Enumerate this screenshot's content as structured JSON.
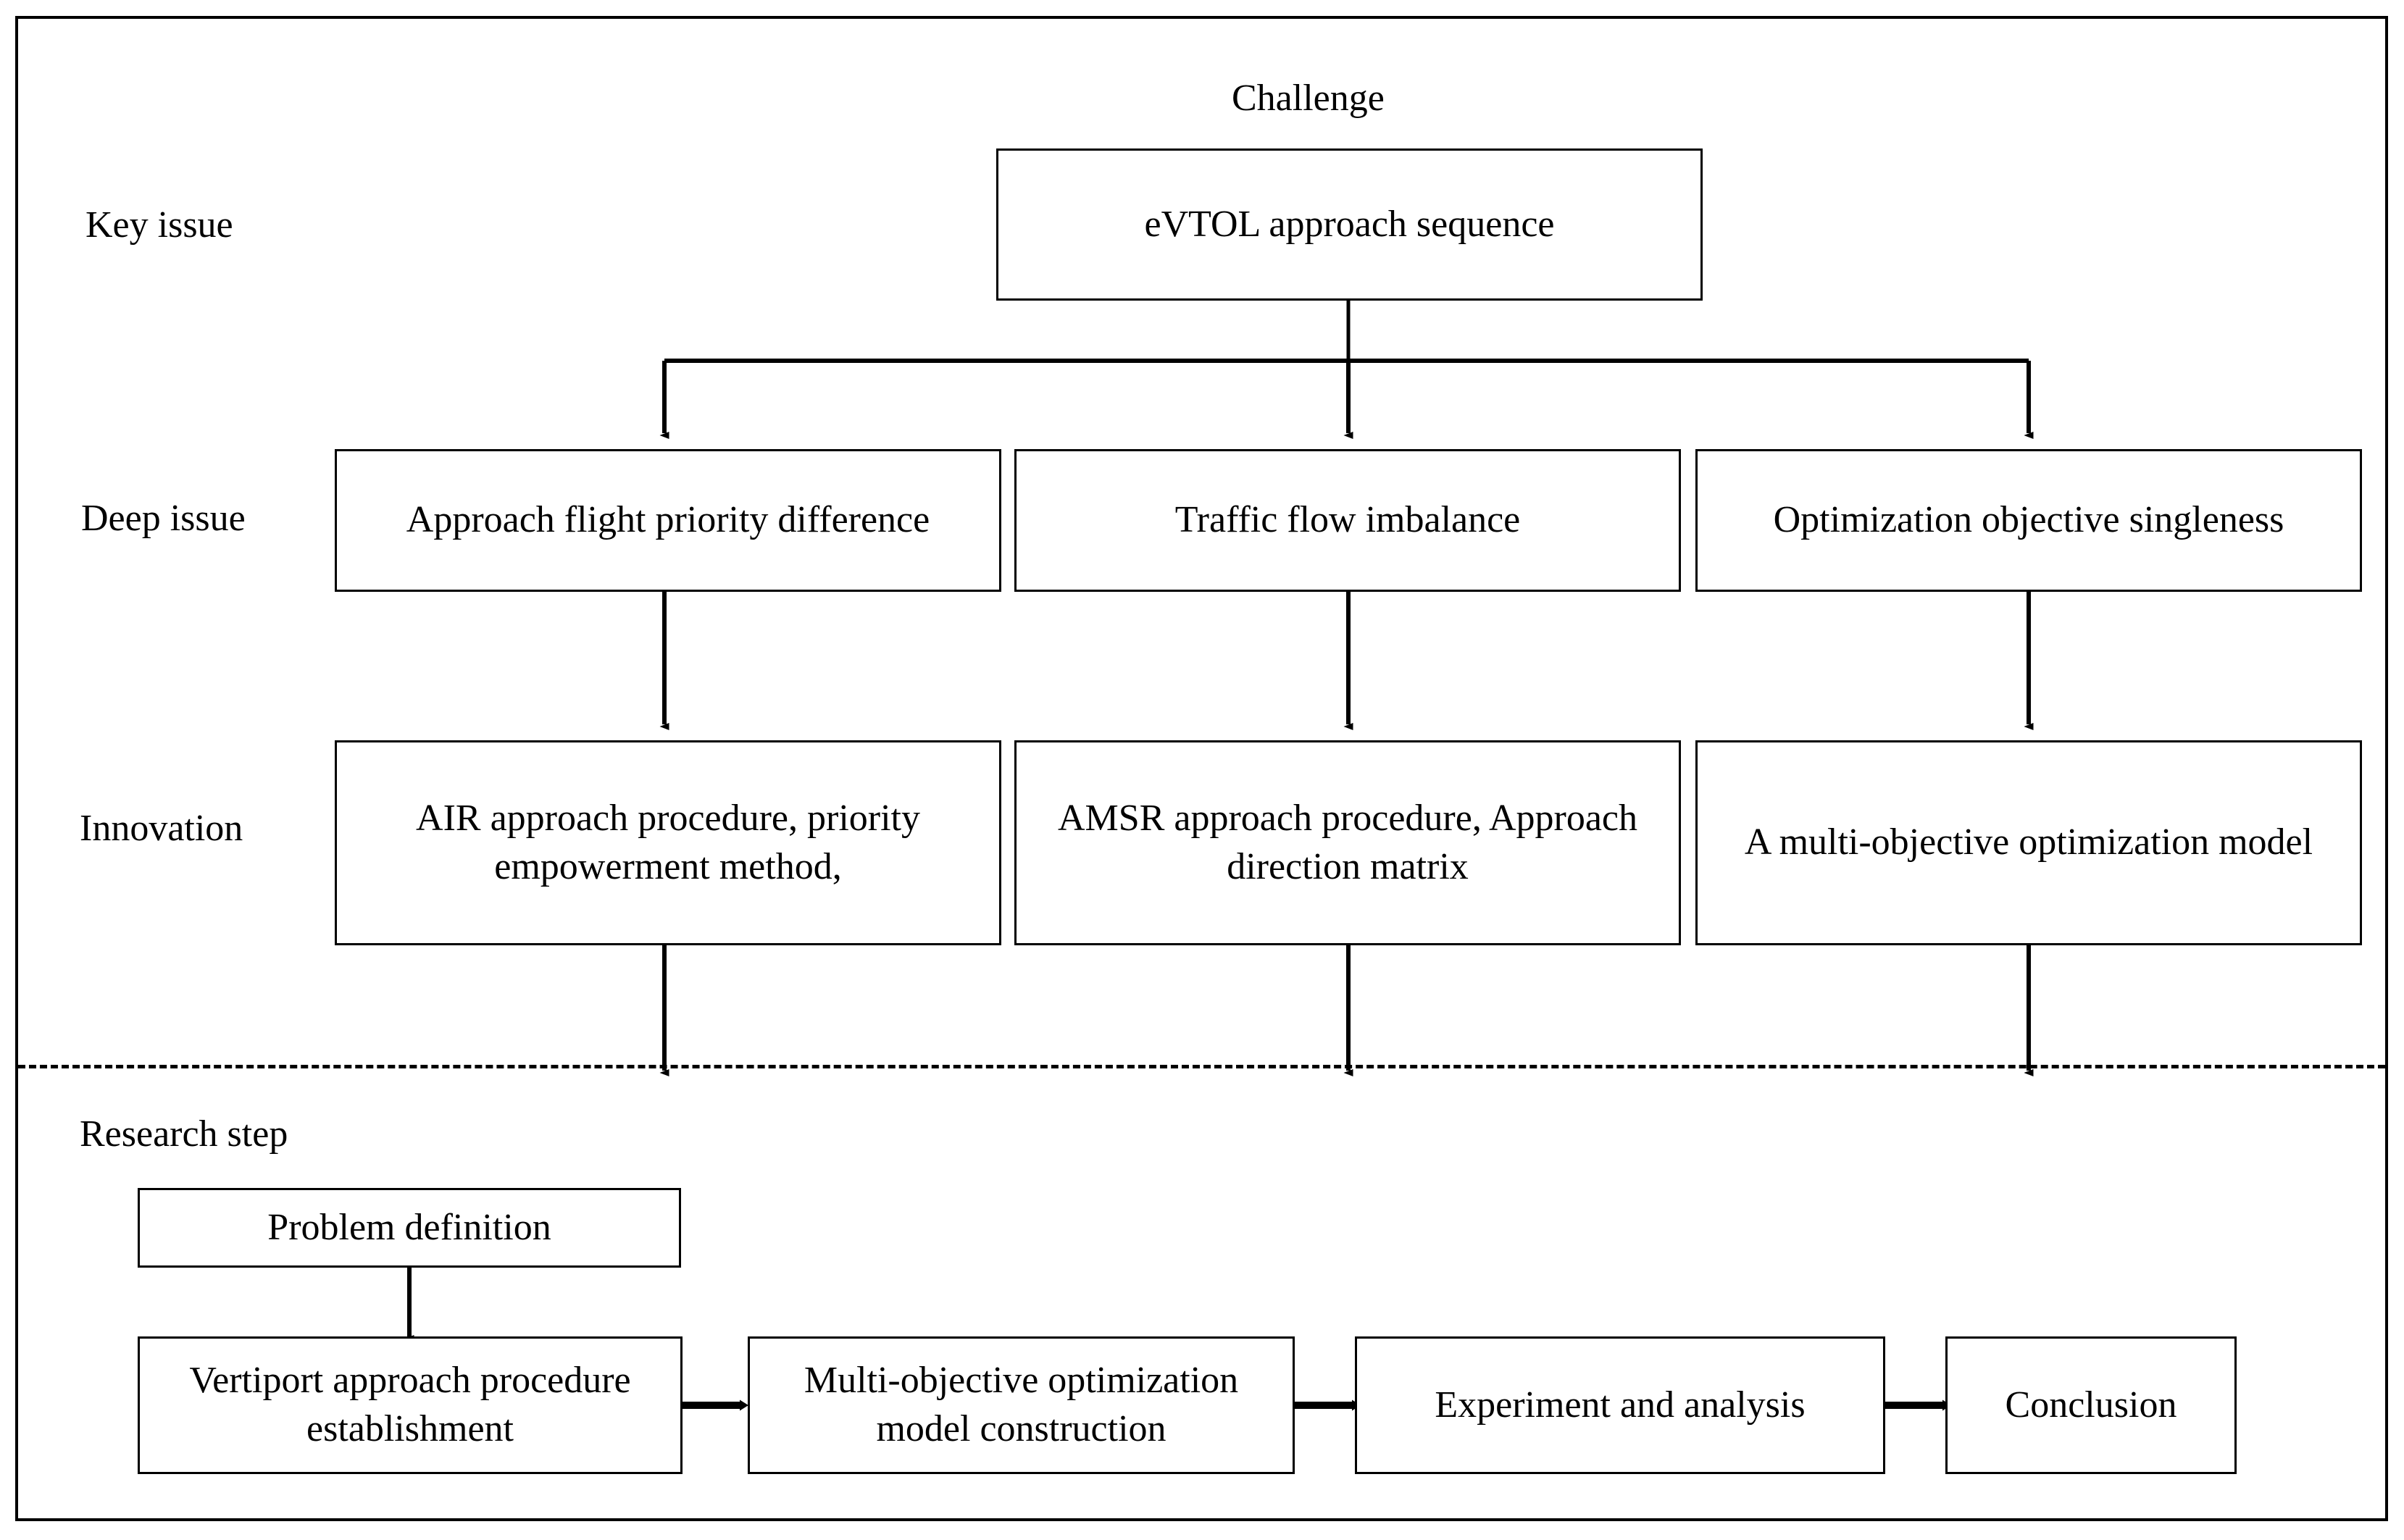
{
  "diagram": {
    "title_label": "Challenge",
    "divider_note": "dashed-separator",
    "row_labels": [
      {
        "id": "key-issue",
        "text": "Key issue"
      },
      {
        "id": "deep-issue",
        "text": "Deep issue"
      },
      {
        "id": "innovation",
        "text": "Innovation"
      },
      {
        "id": "research-step",
        "text": "Research step"
      }
    ],
    "key_issue": {
      "label": "eVTOL approach sequence"
    },
    "deep_issues": [
      {
        "label": "Approach flight priority difference"
      },
      {
        "label": "Traffic flow imbalance"
      },
      {
        "label": "Optimization objective singleness"
      }
    ],
    "innovations": [
      {
        "label": "AIR approach procedure, priority empowerment method,"
      },
      {
        "label": "AMSR approach procedure, Approach direction matrix"
      },
      {
        "label": "A multi-objective optimization model"
      }
    ],
    "research_steps": [
      {
        "label": "Problem definition"
      },
      {
        "label": "Vertiport approach procedure establishment"
      },
      {
        "label": "Multi-objective optimization model construction"
      },
      {
        "label": "Experiment and analysis"
      },
      {
        "label": "Conclusion"
      }
    ],
    "colors": {
      "stroke": "#000000",
      "background": "#ffffff",
      "text": "#000000"
    },
    "connectors": {
      "key_to_deep": "one-to-three fan-out with arrowheads",
      "deep_to_innovation": "three parallel vertical arrows",
      "innovation_to_research": "three vertical arrows crossing dashed divider",
      "research_chain": "problem-definition down then left-to-right horizontal arrows"
    }
  }
}
